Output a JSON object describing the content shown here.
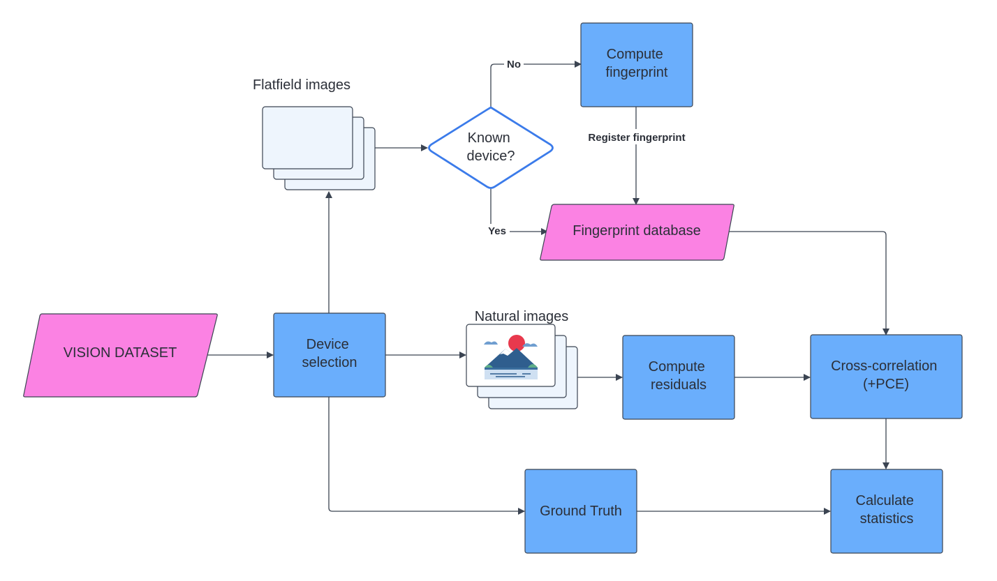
{
  "nodes": {
    "vision_dataset": "VISION DATASET",
    "device_selection": [
      "Device",
      "selection"
    ],
    "flatfield_caption": "Flatfield images",
    "known_device": [
      "Known",
      "device?"
    ],
    "compute_fingerprint": [
      "Compute",
      "fingerprint"
    ],
    "fingerprint_database": "Fingerprint database",
    "natural_caption": "Natural images",
    "compute_residuals": [
      "Compute",
      "residuals"
    ],
    "cross_correlation": [
      "Cross-correlation",
      "(+PCE)"
    ],
    "ground_truth": "Ground Truth",
    "calculate_statistics": [
      "Calculate",
      "statistics"
    ]
  },
  "edges": {
    "no": "No",
    "yes": "Yes",
    "register": "Register fingerprint"
  },
  "colors": {
    "process": "#6aaefc",
    "data": "#fb82e3",
    "decision_stroke": "#3b7bea",
    "line": "#3b4452"
  },
  "icons": {
    "natural_image": "mountain-landscape-icon",
    "flatfield_image": "blank-sheet-stack-icon"
  }
}
